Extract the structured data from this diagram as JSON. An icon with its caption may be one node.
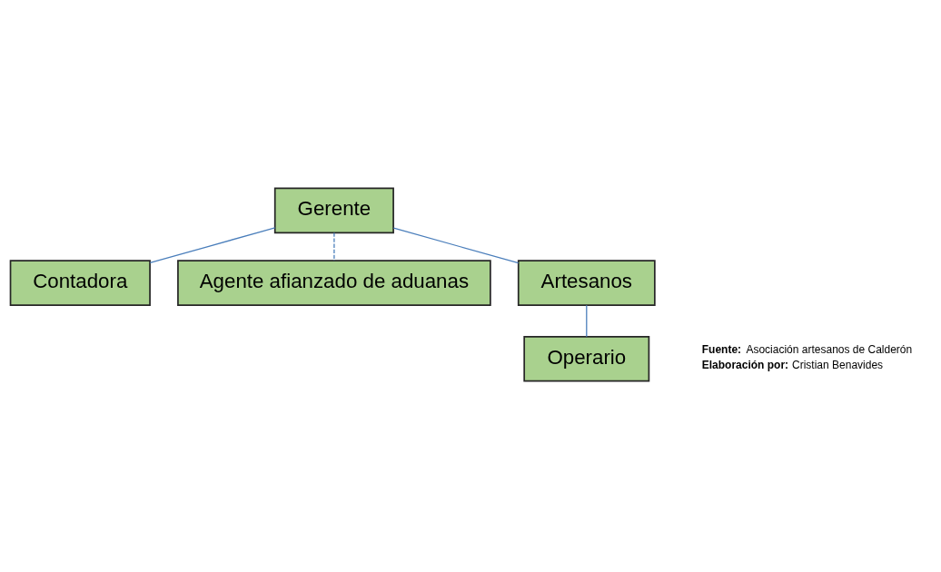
{
  "diagram": {
    "nodes": [
      {
        "text": [
          "Gerente"
        ]
      },
      {
        "text": [
          "Contadora"
        ]
      },
      {
        "text": [
          "Agente afianzado de aduanas"
        ]
      },
      {
        "text": [
          "Artesanos"
        ]
      },
      {
        "text": [
          "Operario"
        ]
      }
    ],
    "edges": [
      {
        "from": 0,
        "to": 1,
        "arrow": "none"
      },
      {
        "from": 0,
        "to": 2,
        "arrow": "none",
        "style": "dashed"
      },
      {
        "from": 0,
        "to": 3,
        "arrow": "none"
      },
      {
        "from": 3,
        "to": 4,
        "arrow": "none"
      }
    ],
    "labels": [
      "**Fuente:** Asociación artesanos de Calderón",
      "**Elaboración por:** Cristian Benavides"
    ]
  }
}
